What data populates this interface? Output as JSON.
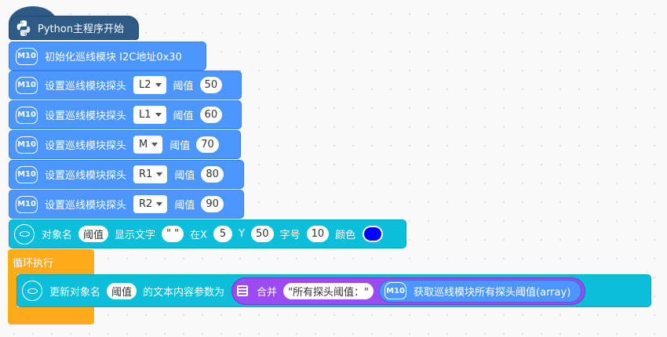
{
  "hat": {
    "label": "Python主程序开始",
    "icon": "python-logo-icon"
  },
  "init": {
    "badge": "M10",
    "label": "初始化巡线模块 I2C地址0x30"
  },
  "probes": [
    {
      "prefix": "设置巡线模块探头",
      "probe": "L2",
      "thr_label": "阈值",
      "value": "50"
    },
    {
      "prefix": "设置巡线模块探头",
      "probe": "L1",
      "thr_label": "阈值",
      "value": "60"
    },
    {
      "prefix": "设置巡线模块探头",
      "probe": "M",
      "thr_label": "阈值",
      "value": "70"
    },
    {
      "prefix": "设置巡线模块探头",
      "probe": "R1",
      "thr_label": "阈值",
      "value": "80"
    },
    {
      "prefix": "设置巡线模块探头",
      "probe": "R2",
      "thr_label": "阈值",
      "value": "90"
    }
  ],
  "display": {
    "obj_label": "对象名",
    "obj_name": "阈值",
    "show_text": "显示文字",
    "text_value": "\" \"",
    "at_x": "在X",
    "x": "5",
    "y_label": "Y",
    "y": "50",
    "size_label": "字号",
    "size": "10",
    "color_label": "颜色",
    "color": "#0000ff"
  },
  "loop": {
    "label": "循环执行",
    "color": "#ffab19"
  },
  "update": {
    "prefix": "更新对象名",
    "obj_name": "阈值",
    "suffix": "的文本内容参数为",
    "merge_label": "合并",
    "merge_text": "\"所有探头阈值：\"",
    "get_badge": "M10",
    "get_label": "获取巡线模块所有探头阈值(array)"
  },
  "colors": {
    "hat": "#2e5a86",
    "module": "#4c97ff",
    "display": "#0bbfda",
    "operator": "#9c4af2"
  }
}
